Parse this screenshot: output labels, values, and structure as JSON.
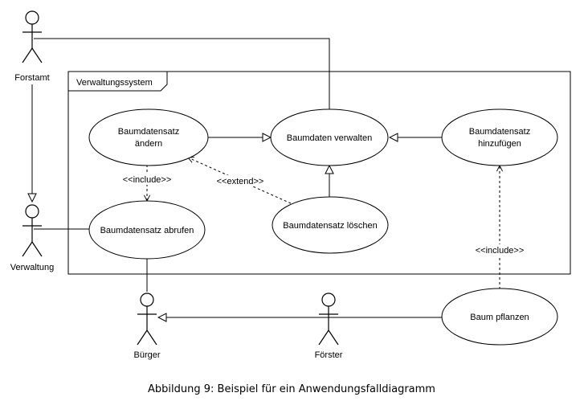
{
  "system": {
    "name": "Verwaltungssystem"
  },
  "actors": {
    "forstamt": "Forstamt",
    "verwaltung": "Verwaltung",
    "buerger": "Bürger",
    "foerster": "Förster"
  },
  "use_cases": {
    "aendern": [
      "Baumdatensatz",
      "ändern"
    ],
    "verwalten": "Baumdaten verwalten",
    "hinzufuegen": [
      "Baumdatensatz",
      "hinzufügen"
    ],
    "abrufen": "Baumdatensatz abrufen",
    "loeschen": "Baumdatensatz löschen",
    "pflanzen": "Baum pflanzen"
  },
  "relations": {
    "include_1": "<<include>>",
    "extend": "<<extend>>",
    "include_2": "<<include>>"
  },
  "caption": "Abbildung 9: Beispiel für ein Anwendungsfalldiagramm"
}
